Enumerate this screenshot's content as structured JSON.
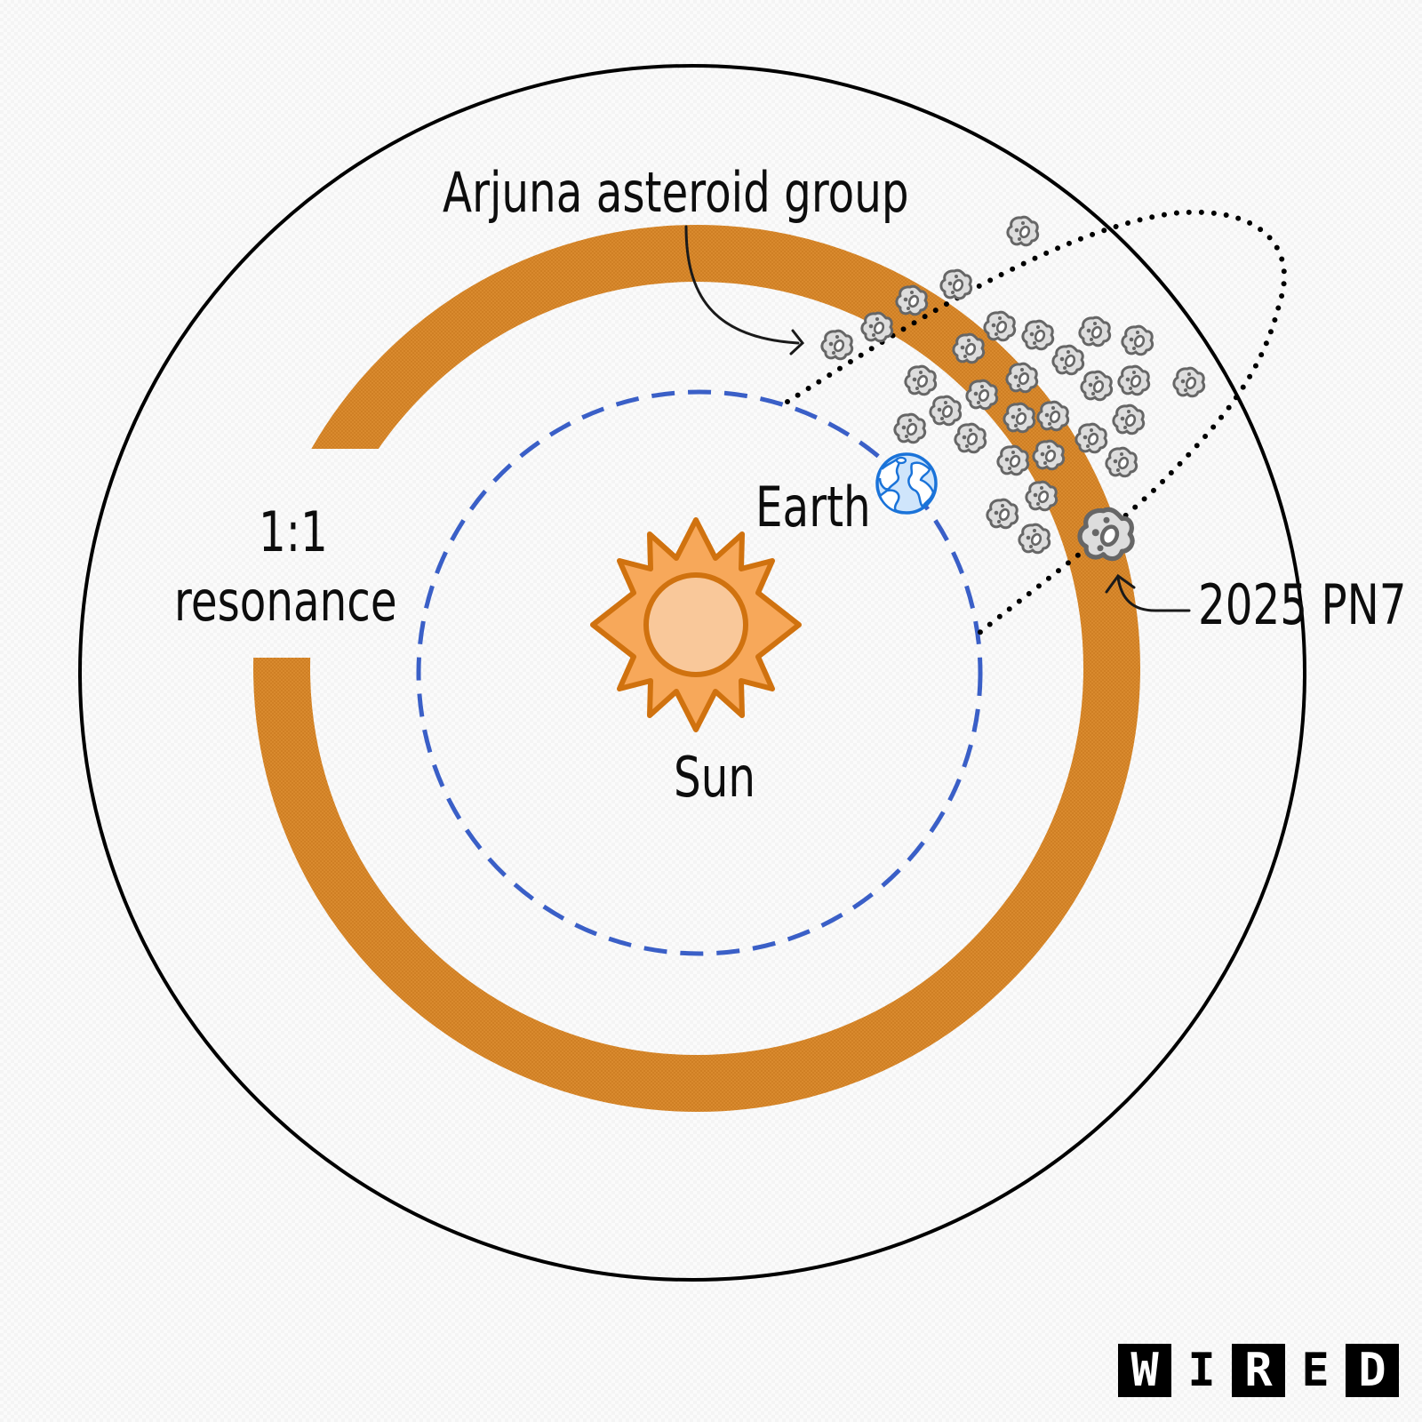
{
  "labels": {
    "group": "Arjuna asteroid group",
    "earth": "Earth",
    "sun": "Sun",
    "resonance_line1": "1:1",
    "resonance_line2": "resonance",
    "asteroid": "2025 PN7"
  },
  "logo": {
    "letters": [
      "W",
      "I",
      "R",
      "E",
      "D"
    ],
    "inverted": [
      true,
      false,
      true,
      false,
      true
    ]
  },
  "colors": {
    "background": "#fbfbfb",
    "resonance_band": "#d98a2e",
    "earth_orbit": "#3a5fc7",
    "sun_fill": "#f7a85a",
    "sun_core": "#f9c89a",
    "sun_stroke": "#d0720f",
    "earth_fill": "#cfe5fb",
    "earth_stroke": "#1a73d9",
    "asteroid_fill": "#dddddd",
    "asteroid_stroke": "#666666",
    "text": "#0d0d0d"
  },
  "icons": {
    "sun": "sun-icon",
    "earth": "earth-globe-icon",
    "asteroid": "asteroid-icon",
    "arrow": "curved-arrow-icon"
  }
}
